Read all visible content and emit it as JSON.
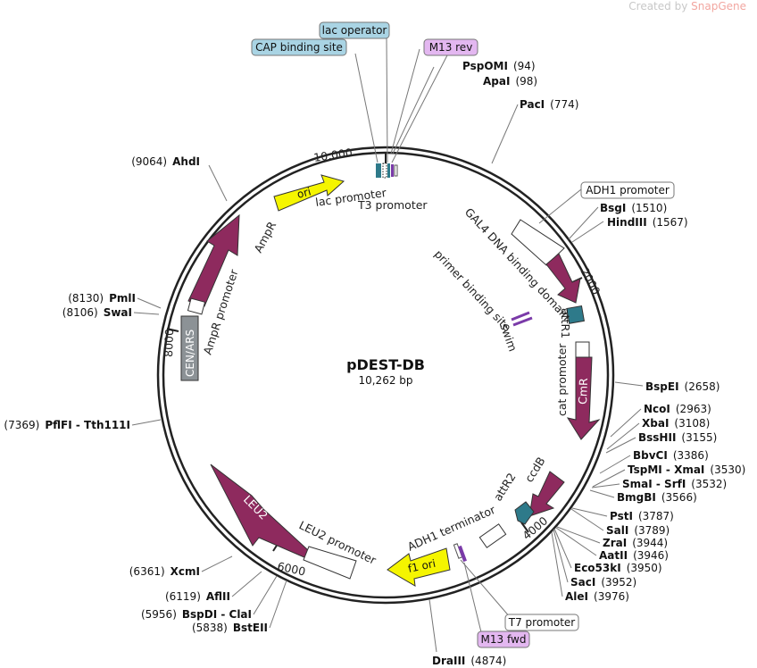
{
  "credit": {
    "prefix": "Created by",
    "brand": "SnapGene"
  },
  "plasmid": {
    "name": "pDEST-DB",
    "length": "10,262 bp"
  },
  "ticks": [
    "10,000",
    "2000",
    "4000",
    "6000",
    "8000"
  ],
  "boxed_labels": {
    "cap": "CAP binding site",
    "lacop": "lac operator",
    "m13rev": "M13 rev",
    "adh1p": "ADH1 promoter",
    "t7p": "T7 promoter",
    "m13fwd": "M13 fwd"
  },
  "feature_labels": {
    "ori": "ori",
    "lacp": "lac promoter",
    "t3p": "T3 promoter",
    "ampr": "AmpR",
    "amprp": "AmpR promoter",
    "cenars": "CEN/ARS",
    "gal4": "GAL4 DNA binding domain",
    "pbs": "primer binding site",
    "swim": "swim",
    "attr1": "attR1",
    "catp": "cat promoter",
    "cmr": "CmR",
    "attr2": "attR2",
    "ccdb": "ccdB",
    "adh1t": "ADH1 terminator",
    "f1ori": "f1 ori",
    "leu2": "LEU2",
    "leu2p": "LEU2 promoter"
  },
  "sites": {
    "psp": {
      "name": "PspOMI",
      "pos": "(94)"
    },
    "apa": {
      "name": "ApaI",
      "pos": "(98)"
    },
    "pac": {
      "name": "PacI",
      "pos": "(774)"
    },
    "bsg": {
      "name": "BsgI",
      "pos": "(1510)"
    },
    "hind": {
      "name": "HindIII",
      "pos": "(1567)"
    },
    "bspe": {
      "name": "BspEI",
      "pos": "(2658)"
    },
    "nco": {
      "name": "NcoI",
      "pos": "(2963)"
    },
    "xba": {
      "name": "XbaI",
      "pos": "(3108)"
    },
    "bsshii": {
      "name": "BssHII",
      "pos": "(3155)"
    },
    "bbvci": {
      "name": "BbvCI",
      "pos": "(3386)"
    },
    "tspmi": {
      "name": "TspMI - XmaI",
      "pos": "(3530)"
    },
    "smai": {
      "name": "SmaI - SrfI",
      "pos": "(3532)"
    },
    "bmgbi": {
      "name": "BmgBI",
      "pos": "(3566)"
    },
    "pst": {
      "name": "PstI",
      "pos": "(3787)"
    },
    "sal": {
      "name": "SalI",
      "pos": "(3789)"
    },
    "zra": {
      "name": "ZraI",
      "pos": "(3944)"
    },
    "aatii": {
      "name": "AatII",
      "pos": "(3946)"
    },
    "eco53": {
      "name": "Eco53kI",
      "pos": "(3950)"
    },
    "sac": {
      "name": "SacI",
      "pos": "(3952)"
    },
    "ale": {
      "name": "AleI",
      "pos": "(3976)"
    },
    "dra": {
      "name": "DraIII",
      "pos": "(4874)"
    },
    "ahd": {
      "name": "AhdI",
      "pos": "(9064)"
    },
    "pml": {
      "name": "PmlI",
      "pos": "(8130)"
    },
    "swa": {
      "name": "SwaI",
      "pos": "(8106)"
    },
    "pfl": {
      "name": "PflFI - Tth111I",
      "pos": "(7369)"
    },
    "xcm": {
      "name": "XcmI",
      "pos": "(6361)"
    },
    "afl": {
      "name": "AflII",
      "pos": "(6119)"
    },
    "bspdi": {
      "name": "BspDI - ClaI",
      "pos": "(5956)"
    },
    "bst": {
      "name": "BstEII",
      "pos": "(5838)"
    }
  },
  "colors": {
    "backbone": "#222222",
    "maroon": "#8e2a5e",
    "yellow": "#f5f500",
    "teal": "#2e7a8a",
    "gray": "#8c9296",
    "purple": "#7a3aa8",
    "m13_box": "#e3b7f0",
    "lac_box": "#a9d4e4"
  }
}
